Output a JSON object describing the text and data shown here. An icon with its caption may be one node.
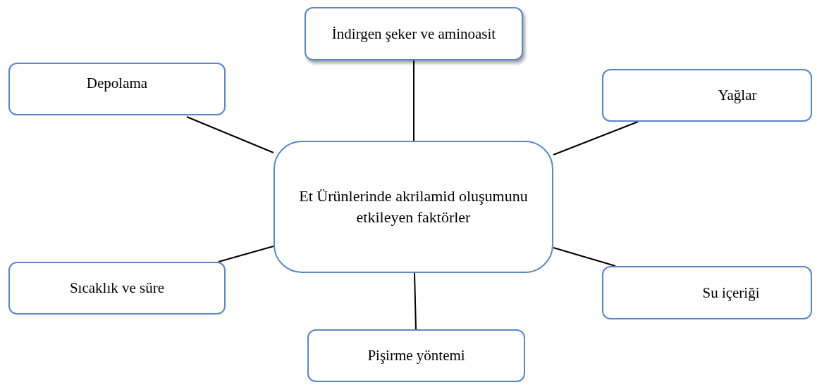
{
  "diagram": {
    "nodes": [
      {
        "text": [
          "İndirgen şeker ve aminoasit"
        ]
      },
      {
        "text": [
          "Depolama"
        ]
      },
      {
        "text": [
          "Yağlar"
        ]
      },
      {
        "text": [
          "Et Ürünlerinde akrilamid oluşumunu etkileyen faktörler"
        ]
      },
      {
        "text": [
          "Sıcaklık ve süre"
        ]
      },
      {
        "text": [
          "Su içeriği"
        ]
      },
      {
        "text": [
          "Pişirme yöntemi"
        ]
      }
    ],
    "edges": [
      {
        "from": 0,
        "to": 3,
        "arrow": "none"
      },
      {
        "from": 1,
        "to": 3,
        "arrow": "none"
      },
      {
        "from": 2,
        "to": 3,
        "arrow": "none"
      },
      {
        "from": 4,
        "to": 3,
        "arrow": "none"
      },
      {
        "from": 5,
        "to": 3,
        "arrow": "none"
      },
      {
        "from": 6,
        "to": 3,
        "arrow": "none"
      }
    ]
  }
}
